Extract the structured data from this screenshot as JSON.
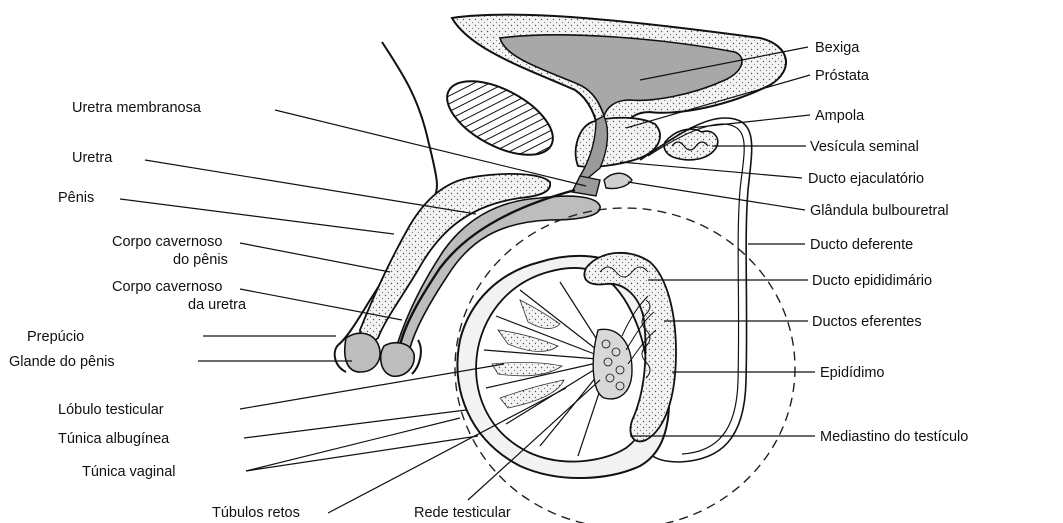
{
  "labels": {
    "bexiga": "Bexiga",
    "prostata": "Próstata",
    "ampola": "Ampola",
    "vesicula_seminal": "Vesícula seminal",
    "ducto_ejaculatorio": "Ducto ejaculatório",
    "glandula_bulbouretral": "Glândula bulbouretral",
    "ducto_deferente": "Ducto deferente",
    "ducto_epididimario": "Ducto epididimário",
    "ductos_eferentes": "Ductos eferentes",
    "epididimo": "Epidídimo",
    "mediastino": "Mediastino do testículo",
    "uretra_membranosa": "Uretra membranosa",
    "uretra": "Uretra",
    "penis": "Pênis",
    "corpo_cavernoso_penis_1": "Corpo cavernoso",
    "corpo_cavernoso_penis_2": "do pênis",
    "corpo_cavernoso_uretra_1": "Corpo cavernoso",
    "corpo_cavernoso_uretra_2": "da uretra",
    "prepucio": "Prepúcio",
    "glande": "Glande do pênis",
    "lobulo": "Lóbulo testicular",
    "tunica_albuginea": "Túnica albugínea",
    "tunica_vaginal": "Túnica vaginal",
    "tubulos_retos": "Túbulos retos",
    "rede_testicular": "Rede testicular"
  }
}
